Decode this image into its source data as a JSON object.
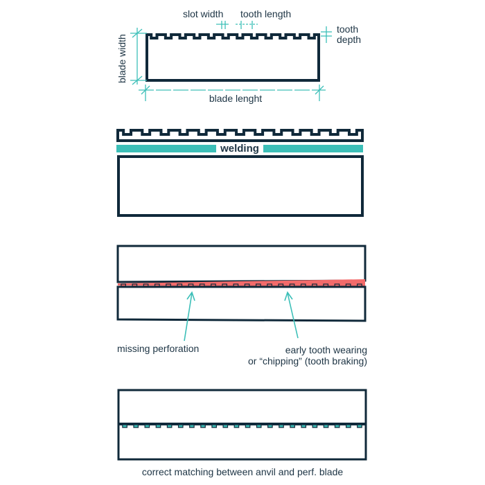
{
  "colors": {
    "ink": "#10293a",
    "teal": "#3cbfb8",
    "red": "#f26b6b",
    "label": "#1d3444"
  },
  "section1": {
    "slot_width": "slot width",
    "tooth_length": "tooth length",
    "tooth_depth_line1": "tooth",
    "tooth_depth_line2": "depth",
    "blade_width": "blade width",
    "blade_length": "blade lenght"
  },
  "section2": {
    "welding": "welding"
  },
  "section3": {
    "missing_perforation": "missing perforation",
    "early_wear_line1": "early tooth wearing",
    "early_wear_line2": "or “chipping” (tooth braking)"
  },
  "section4": {
    "caption": "correct matching between anvil and perf. blade"
  }
}
